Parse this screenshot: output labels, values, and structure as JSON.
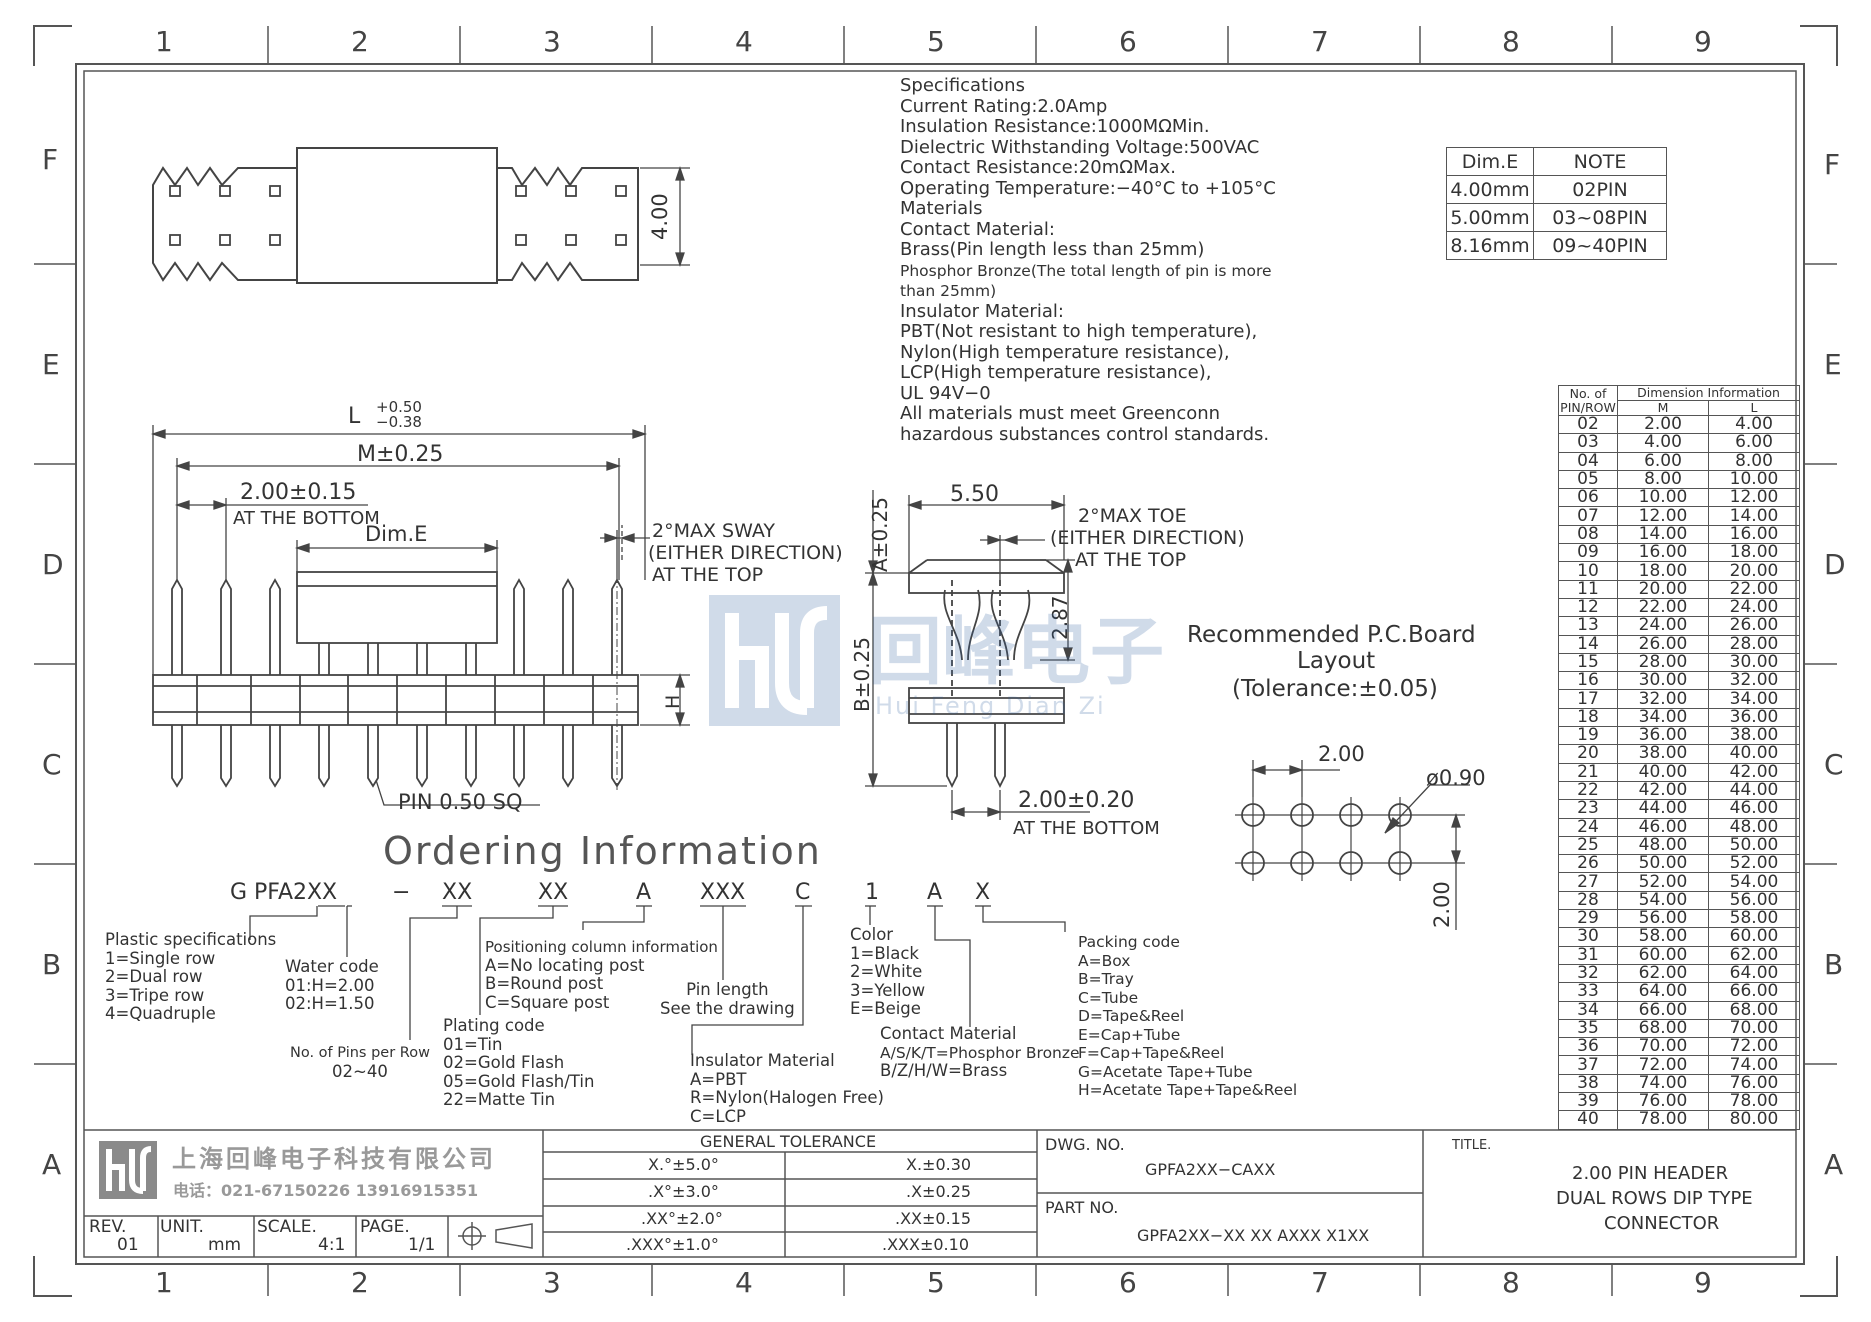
{
  "zones": {
    "cols": [
      "1",
      "2",
      "3",
      "4",
      "5",
      "6",
      "7",
      "8",
      "9"
    ],
    "rows": [
      "F",
      "E",
      "D",
      "C",
      "B",
      "A"
    ]
  },
  "specs": [
    "Specifications",
    "Current Rating:2.0Amp",
    "Insulation Resistance:1000MΩMin.",
    "Dielectric Withstanding Voltage:500VAC",
    "Contact Resistance:20mΩMax.",
    "Operating Temperature:−40°C to +105°C",
    "Materials",
    "Contact Material:",
    "Brass(Pin length less than 25mm)",
    "Phosphor Bronze(The total length of pin is more",
    "than 25mm)",
    "Insulator Material:",
    "PBT(Not resistant to high temperature),",
    "Nylon(High temperature resistance),",
    "LCP(High temperature resistance),",
    "UL 94V−0",
    "All materials must meet Greenconn",
    "hazardous substances control standards."
  ],
  "note_table": {
    "header": [
      "Dim.E",
      "NOTE"
    ],
    "rows": [
      [
        "4.00mm",
        "02PIN"
      ],
      [
        "5.00mm",
        "03~08PIN"
      ],
      [
        "8.16mm",
        "09~40PIN"
      ]
    ]
  },
  "dim_table": {
    "header_left": [
      "No. of",
      "PIN/ROW"
    ],
    "header_top": "Dimension Information",
    "header_m": "M",
    "header_l": "L",
    "rows": [
      [
        "02",
        "2.00",
        "4.00"
      ],
      [
        "03",
        "4.00",
        "6.00"
      ],
      [
        "04",
        "6.00",
        "8.00"
      ],
      [
        "05",
        "8.00",
        "10.00"
      ],
      [
        "06",
        "10.00",
        "12.00"
      ],
      [
        "07",
        "12.00",
        "14.00"
      ],
      [
        "08",
        "14.00",
        "16.00"
      ],
      [
        "09",
        "16.00",
        "18.00"
      ],
      [
        "10",
        "18.00",
        "20.00"
      ],
      [
        "11",
        "20.00",
        "22.00"
      ],
      [
        "12",
        "22.00",
        "24.00"
      ],
      [
        "13",
        "24.00",
        "26.00"
      ],
      [
        "14",
        "26.00",
        "28.00"
      ],
      [
        "15",
        "28.00",
        "30.00"
      ],
      [
        "16",
        "30.00",
        "32.00"
      ],
      [
        "17",
        "32.00",
        "34.00"
      ],
      [
        "18",
        "34.00",
        "36.00"
      ],
      [
        "19",
        "36.00",
        "38.00"
      ],
      [
        "20",
        "38.00",
        "40.00"
      ],
      [
        "21",
        "40.00",
        "42.00"
      ],
      [
        "22",
        "42.00",
        "44.00"
      ],
      [
        "23",
        "44.00",
        "46.00"
      ],
      [
        "24",
        "46.00",
        "48.00"
      ],
      [
        "25",
        "48.00",
        "50.00"
      ],
      [
        "26",
        "50.00",
        "52.00"
      ],
      [
        "27",
        "52.00",
        "54.00"
      ],
      [
        "28",
        "54.00",
        "56.00"
      ],
      [
        "29",
        "56.00",
        "58.00"
      ],
      [
        "30",
        "58.00",
        "60.00"
      ],
      [
        "31",
        "60.00",
        "62.00"
      ],
      [
        "32",
        "62.00",
        "64.00"
      ],
      [
        "33",
        "64.00",
        "66.00"
      ],
      [
        "34",
        "66.00",
        "68.00"
      ],
      [
        "35",
        "68.00",
        "70.00"
      ],
      [
        "36",
        "70.00",
        "72.00"
      ],
      [
        "37",
        "72.00",
        "74.00"
      ],
      [
        "38",
        "74.00",
        "76.00"
      ],
      [
        "39",
        "76.00",
        "78.00"
      ],
      [
        "40",
        "78.00",
        "80.00"
      ]
    ]
  },
  "dims": {
    "h400": "4.00",
    "L": "L",
    "L_tol_plus": "+0.50",
    "L_tol_minus": "−0.38",
    "M": "M±0.25",
    "pitch": "2.00±0.15",
    "at_bottom": "AT THE BOTTOM",
    "dimE": "Dim.E",
    "sway": [
      "2°MAX SWAY",
      "(EITHER DIRECTION)",
      "AT THE TOP"
    ],
    "H": "H",
    "pin_sq": "PIN 0.50 SQ",
    "w550": "5.50",
    "A": "A±0.25",
    "B": "B±0.25",
    "h287": "2.87",
    "toe": [
      "2°MAX TOE",
      "(EITHER DIRECTION)",
      "AT THE TOP"
    ],
    "row_pitch": "2.00±0.20",
    "at_bottom2": "AT THE BOTTOM",
    "pcb": [
      "Recommended P.C.Board",
      "Layout",
      "(Tolerance:±0.05)"
    ],
    "pcb_pitch_x": "2.00",
    "pcb_pitch_y": "2.00",
    "hole": "ø0.90"
  },
  "watermark": {
    "cn": "回峰电子",
    "py": "Hui Feng Dian Zi"
  },
  "ordering": {
    "title": "Ordering Information",
    "code": [
      "G PFA2XX",
      "−",
      "XX",
      "XX",
      "A",
      "XXX",
      "C",
      "1",
      "A",
      "X"
    ],
    "plastic": [
      "Plastic specifications",
      "1=Single row",
      "2=Dual row",
      "3=Tripe row",
      "4=Quadruple"
    ],
    "water": [
      "Water code",
      "01:H=2.00",
      "02:H=1.50"
    ],
    "pins": [
      "No. of Pins per Row",
      "02~40"
    ],
    "plating": [
      "Plating code",
      "01=Tin",
      "02=Gold Flash",
      "05=Gold Flash/Tin",
      "22=Matte Tin"
    ],
    "position": [
      "Positioning column information",
      "A=No locating post",
      "B=Round post",
      "C=Square post"
    ],
    "pinlen": [
      "Pin length",
      "See the drawing"
    ],
    "insulator": [
      "Insulator Material",
      "A=PBT",
      "R=Nylon(Halogen Free)",
      "C=LCP"
    ],
    "color": [
      "Color",
      "1=Black",
      "2=White",
      "3=Yellow",
      "E=Beige"
    ],
    "contact": [
      "Contact Material",
      "A/S/K/T=Phosphor Bronze",
      "B/Z/H/W=Brass"
    ],
    "packing": [
      "Packing code",
      "A=Box",
      "B=Tray",
      "C=Tube",
      "D=Tape&Reel",
      "E=Cap+Tube",
      "F=Cap+Tape&Reel",
      "G=Acetate Tape+Tube",
      "H=Acetate Tape+Tape&Reel"
    ]
  },
  "titleblock": {
    "company": "上海回峰电子科技有限公司",
    "phone": "电话：021-67150226   13916915351",
    "rev_label": "REV.",
    "rev": "01",
    "unit_label": "UNIT.",
    "unit": "mm",
    "scale_label": "SCALE.",
    "scale": "4:1",
    "page_label": "PAGE.",
    "page": "1/1",
    "tol_title": "GENERAL TOLERANCE",
    "tol": [
      [
        "X.°±5.0°",
        "X.±0.30"
      ],
      [
        ".X°±3.0°",
        ".X±0.25"
      ],
      [
        ".XX°±2.0°",
        ".XX±0.15"
      ],
      [
        ".XXX°±1.0°",
        ".XXX±0.10"
      ]
    ],
    "dwg_label": "DWG. NO.",
    "dwg": "GPFA2XX−CAXX",
    "part_label": "PART NO.",
    "part": "GPFA2XX−XX XX AXXX X1XX",
    "title_label": "TITLE.",
    "title": [
      "2.00 PIN HEADER",
      "DUAL ROWS DIP TYPE",
      "CONNECTOR"
    ]
  }
}
